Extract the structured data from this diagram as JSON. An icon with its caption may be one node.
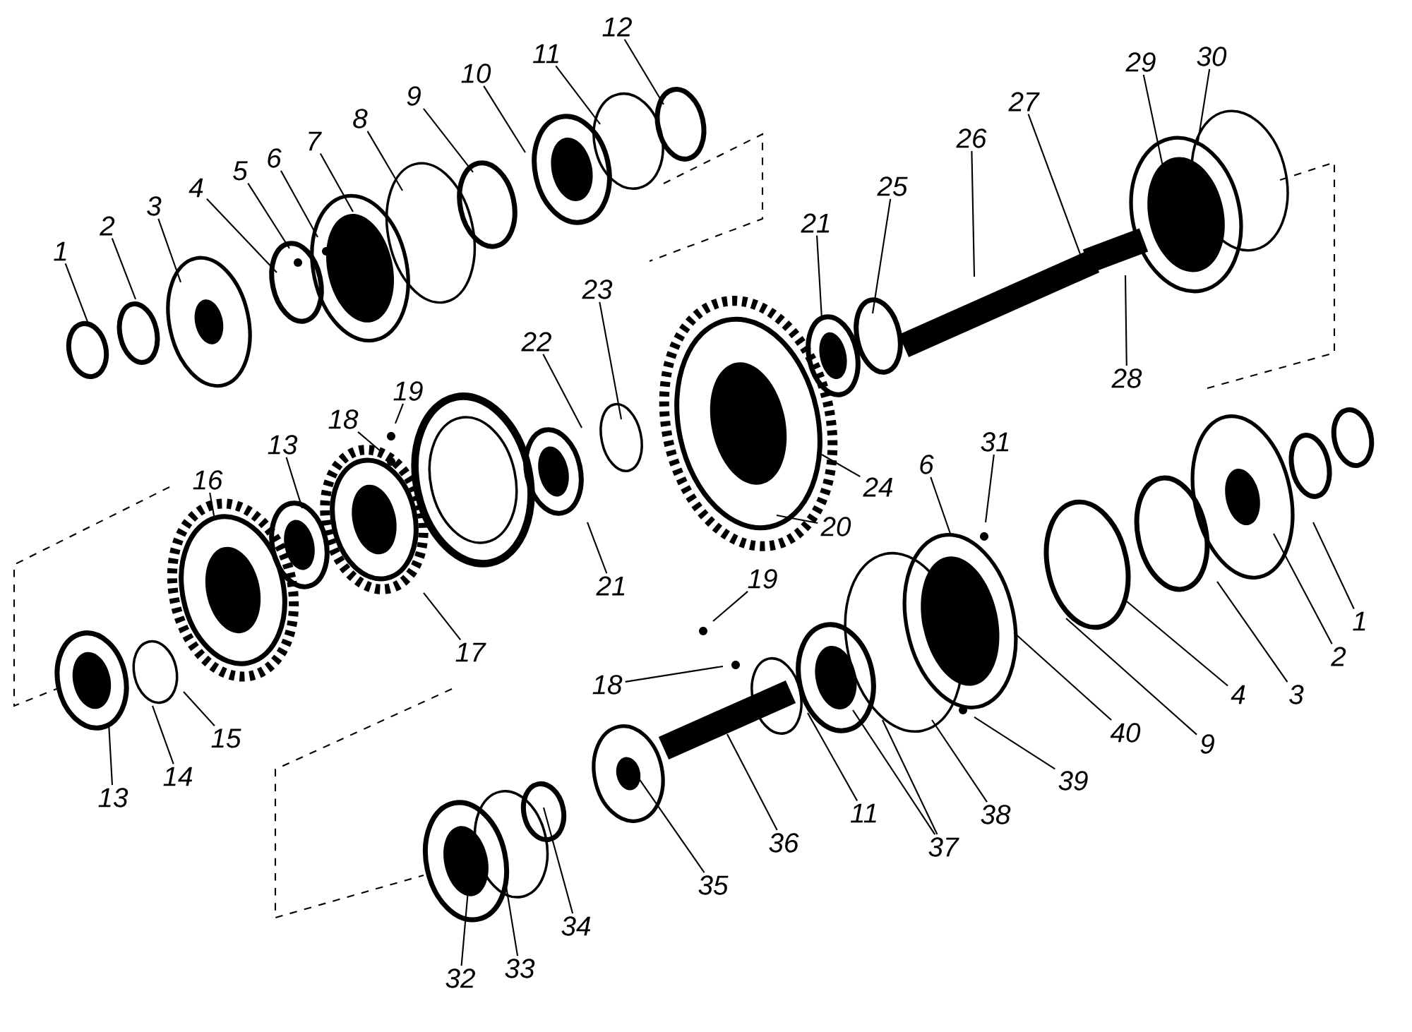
{
  "diagram": {
    "nodes": [
      {
        "text": [
          "1"
        ]
      },
      {
        "text": [
          "2"
        ]
      },
      {
        "text": [
          "3"
        ]
      },
      {
        "text": [
          "4"
        ]
      },
      {
        "text": [
          "5"
        ]
      },
      {
        "text": [
          "6"
        ]
      },
      {
        "text": [
          "7"
        ]
      },
      {
        "text": [
          "8"
        ]
      },
      {
        "text": [
          "9"
        ]
      },
      {
        "text": [
          "10"
        ]
      },
      {
        "text": [
          "11"
        ]
      },
      {
        "text": [
          "12"
        ]
      },
      {
        "text": [
          "21"
        ]
      },
      {
        "text": [
          "25"
        ]
      },
      {
        "text": [
          "26"
        ]
      },
      {
        "text": [
          "27"
        ]
      },
      {
        "text": [
          "28"
        ]
      },
      {
        "text": [
          "29"
        ]
      },
      {
        "text": [
          "30"
        ]
      },
      {
        "text": [
          "23"
        ]
      },
      {
        "text": [
          "22"
        ]
      },
      {
        "text": [
          "24"
        ]
      },
      {
        "text": [
          "20"
        ]
      },
      {
        "text": [
          "21"
        ]
      },
      {
        "text": [
          "19"
        ]
      },
      {
        "text": [
          "18"
        ]
      },
      {
        "text": [
          "13"
        ]
      },
      {
        "text": [
          "16"
        ]
      },
      {
        "text": [
          "17"
        ]
      },
      {
        "text": [
          "13"
        ]
      },
      {
        "text": [
          "14"
        ]
      },
      {
        "text": [
          "15"
        ]
      },
      {
        "text": [
          "6"
        ]
      },
      {
        "text": [
          "31"
        ]
      },
      {
        "text": [
          "1"
        ]
      },
      {
        "text": [
          "2"
        ]
      },
      {
        "text": [
          "3"
        ]
      },
      {
        "text": [
          "4"
        ]
      },
      {
        "text": [
          "9"
        ]
      },
      {
        "text": [
          "40"
        ]
      },
      {
        "text": [
          "19"
        ]
      },
      {
        "text": [
          "18"
        ]
      },
      {
        "text": [
          "39"
        ]
      },
      {
        "text": [
          "38"
        ]
      },
      {
        "text": [
          "37"
        ]
      },
      {
        "text": [
          "11"
        ]
      },
      {
        "text": [
          "36"
        ]
      },
      {
        "text": [
          "35"
        ]
      },
      {
        "text": [
          "34"
        ]
      },
      {
        "text": [
          "33"
        ]
      },
      {
        "text": [
          "32"
        ]
      }
    ],
    "edges": [
      {
        "from": 0,
        "to": null,
        "arrow": "none"
      },
      {
        "from": 1,
        "to": null,
        "arrow": "none"
      },
      {
        "from": 2,
        "to": null,
        "arrow": "none"
      },
      {
        "from": 3,
        "to": null,
        "arrow": "none"
      },
      {
        "from": 4,
        "to": null,
        "arrow": "none"
      },
      {
        "from": 5,
        "to": null,
        "arrow": "none"
      },
      {
        "from": 6,
        "to": null,
        "arrow": "none"
      },
      {
        "from": 7,
        "to": null,
        "arrow": "none"
      },
      {
        "from": 8,
        "to": null,
        "arrow": "none"
      },
      {
        "from": 9,
        "to": null,
        "arrow": "none"
      },
      {
        "from": 10,
        "to": null,
        "arrow": "none"
      },
      {
        "from": 11,
        "to": null,
        "arrow": "none"
      },
      {
        "from": 12,
        "to": null,
        "arrow": "none"
      },
      {
        "from": 13,
        "to": null,
        "arrow": "none"
      },
      {
        "from": 14,
        "to": null,
        "arrow": "none"
      },
      {
        "from": 15,
        "to": null,
        "arrow": "none"
      },
      {
        "from": 16,
        "to": null,
        "arrow": "none"
      },
      {
        "from": 17,
        "to": null,
        "arrow": "none"
      },
      {
        "from": 18,
        "to": null,
        "arrow": "none"
      },
      {
        "from": 19,
        "to": null,
        "arrow": "none"
      },
      {
        "from": 20,
        "to": null,
        "arrow": "none"
      },
      {
        "from": 21,
        "to": null,
        "arrow": "none"
      },
      {
        "from": 22,
        "to": null,
        "arrow": "none"
      },
      {
        "from": 23,
        "to": null,
        "arrow": "none"
      },
      {
        "from": 24,
        "to": null,
        "arrow": "none"
      },
      {
        "from": 25,
        "to": null,
        "arrow": "none"
      },
      {
        "from": 26,
        "to": null,
        "arrow": "none"
      },
      {
        "from": 27,
        "to": null,
        "arrow": "none"
      },
      {
        "from": 28,
        "to": null,
        "arrow": "none"
      },
      {
        "from": 29,
        "to": null,
        "arrow": "none"
      },
      {
        "from": 30,
        "to": null,
        "arrow": "none"
      },
      {
        "from": 31,
        "to": null,
        "arrow": "none"
      },
      {
        "from": 32,
        "to": null,
        "arrow": "none"
      },
      {
        "from": 33,
        "to": null,
        "arrow": "none"
      },
      {
        "from": 34,
        "to": null,
        "arrow": "none"
      },
      {
        "from": 35,
        "to": null,
        "arrow": "none"
      },
      {
        "from": 36,
        "to": null,
        "arrow": "none"
      },
      {
        "from": 37,
        "to": null,
        "arrow": "none"
      },
      {
        "from": 38,
        "to": null,
        "arrow": "none"
      },
      {
        "from": 39,
        "to": null,
        "arrow": "none"
      },
      {
        "from": 40,
        "to": null,
        "arrow": "none"
      },
      {
        "from": 41,
        "to": null,
        "arrow": "none"
      },
      {
        "from": 42,
        "to": null,
        "arrow": "none"
      },
      {
        "from": 43,
        "to": null,
        "arrow": "none"
      },
      {
        "from": 44,
        "to": null,
        "arrow": "none"
      },
      {
        "from": 44,
        "to": null,
        "arrow": "none"
      },
      {
        "from": 45,
        "to": null,
        "arrow": "none"
      },
      {
        "from": 46,
        "to": null,
        "arrow": "none"
      },
      {
        "from": 47,
        "to": null,
        "arrow": "none"
      },
      {
        "from": 48,
        "to": null,
        "arrow": "none"
      },
      {
        "from": 49,
        "to": null,
        "arrow": "none"
      },
      {
        "from": 50,
        "to": null,
        "arrow": "none"
      }
    ]
  }
}
